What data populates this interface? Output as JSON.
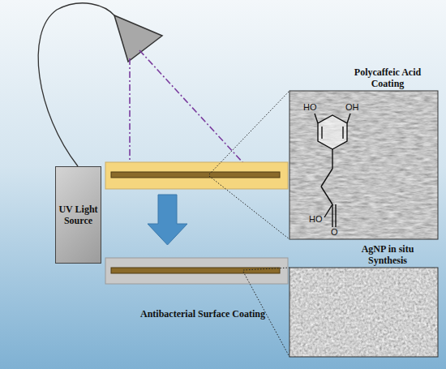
{
  "diagram": {
    "nodes": [
      {
        "text": [
          "UV Light Source"
        ]
      },
      {
        "text": [
          "Polycaffeic Acid Coating"
        ]
      },
      {
        "text": [
          "AgNP in situ Synthesis"
        ]
      }
    ],
    "labels": [
      "Antibacterial Surface Coating",
      "HO",
      "OH",
      "HO",
      "O"
    ]
  }
}
